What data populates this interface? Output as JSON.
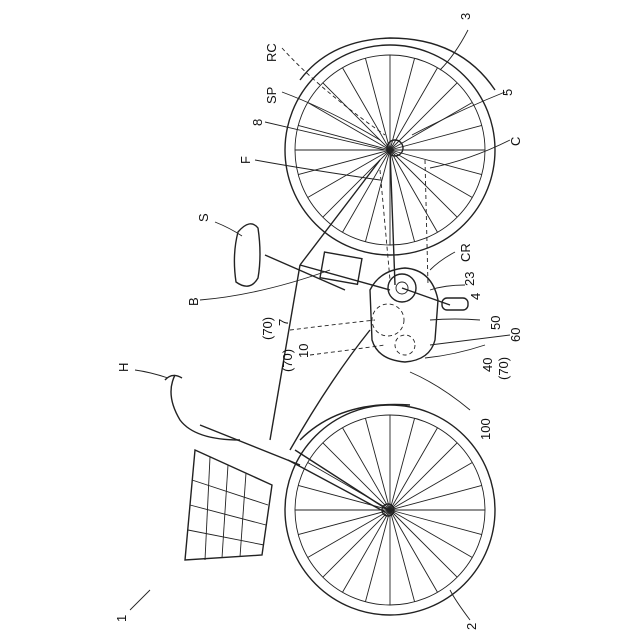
{
  "figure": {
    "labels": {
      "bicycle": "1",
      "front_wheel": "2",
      "rear_wheel": "3",
      "pedal": "4",
      "rear_sprocket": "5",
      "chainwheel_rc": "RC",
      "sprocket_sp": "SP",
      "item_8": "8",
      "frame_f": "F",
      "chain_c": "C",
      "saddle_s": "S",
      "battery_b": "B",
      "crank_cr": "CR",
      "item_23": "23",
      "item_70_7": "(70)",
      "item_7": "7",
      "item_70_10": "(70)",
      "item_10": "10",
      "item_50": "50",
      "item_60": "60",
      "item_40": "40",
      "item_70_40": "(70)",
      "handlebar_h": "H",
      "drive_unit": "100"
    }
  }
}
